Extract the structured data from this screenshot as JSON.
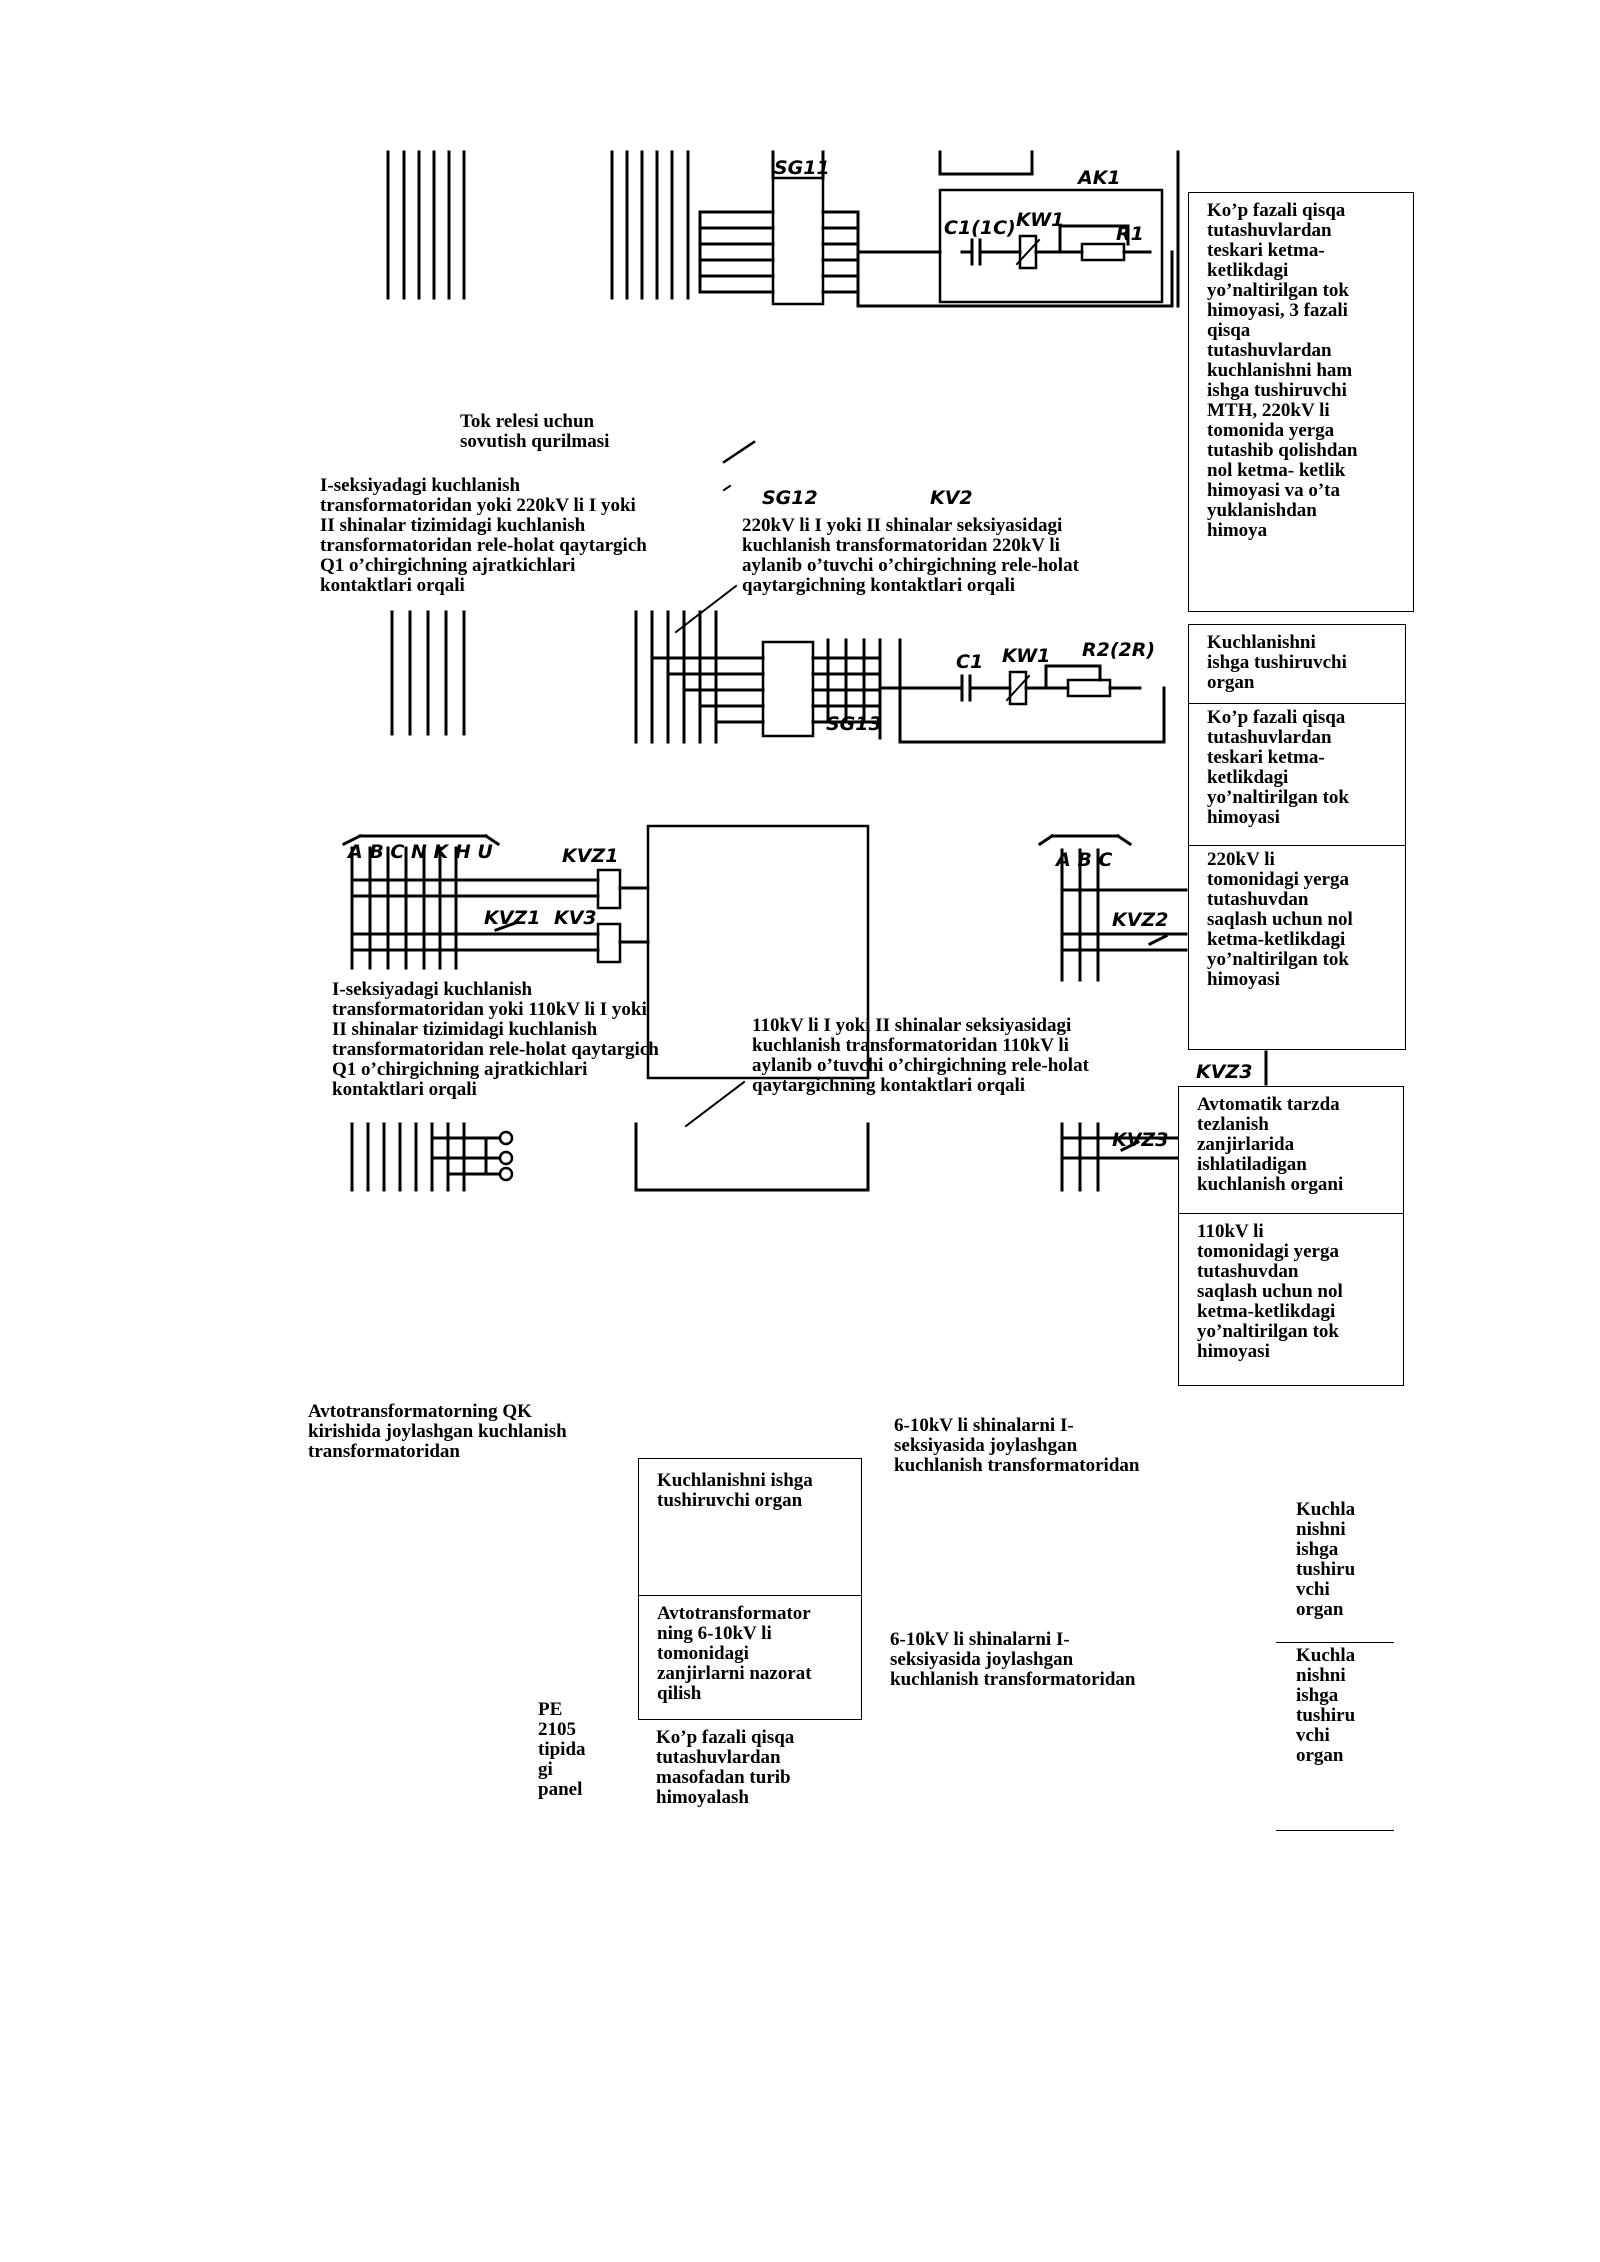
{
  "schematic": {
    "labels": {
      "sg11": "SG11",
      "ak1": "AK1",
      "c1_top": "C1(1C)",
      "kw1_top": "KW1",
      "r1": "R1",
      "sg12": "SG12",
      "kv2": "KV2",
      "c1": "C1",
      "kw1": "KW1",
      "r2": "R2(2R)",
      "sg13": "SG13",
      "bus_left": "A B C N K H U",
      "kvz1_a": "KVZ1",
      "kvz1_b": "KVZ1",
      "kv3": "KV3",
      "bus_right": "A B C",
      "kvz2": "KVZ2",
      "kvz3_a": "KVZ3",
      "kvz3_b": "KVZ3"
    }
  },
  "texts": {
    "cooling": "Tok relesi uchun\nsovutish qurilmasi",
    "vt220_left": "I-seksiyadagi kuchlanish\ntransformatoridan yoki  220kV li I yoki\nII shinalar tizimidagi kuchlanish\ntransformatoridan rele-holat qaytargich\nQ1 o’chirgichning ajratkichlari\nkontaktlari orqali",
    "vt220_mid": "220kV li  I yoki  II shinalar seksiyasidagi\nkuchlanish transformatoridan  220kV li\naylanib o’tuvchi o’chirgichning rele-holat\nqaytargichning kontaktlari orqali",
    "vt110_left": "I-seksiyadagi kuchlanish\ntransformatoridan yoki  110kV li I yoki\nII shinalar tizimidagi kuchlanish\ntransformatoridan rele-holat qaytargich\nQ1 o’chirgichning ajratkichlari\nkontaktlari orqali",
    "vt110_mid": "110kV li  I yoki  II shinalar seksiyasidagi\nkuchlanish transformatoridan  110kV li\naylanib o’tuvchi o’chirgichning rele-holat\nqaytargichning kontaktlari orqali",
    "autotrans": "Avtotransformatorning QK\nkirishida joylashgan kuchlanish\ntransformatoridan",
    "bus610_a": "6-10kV li shinalarni I-\nseksiyasida joylashgan\nkuchlanish transformatoridan",
    "bus610_b": "6-10kV li shinalarni I-\nseksiyasida joylashgan\nkuchlanish transformatoridan",
    "panel": "PE\n2105\ntipida\ngi\npanel",
    "far_right_a": "Kuchla\nnishni\nishga\ntushiru\nvchi\norgan",
    "far_right_b": "Kuchla\nnishni\nishga\ntushiru\nvchi\norgan"
  },
  "boxes": {
    "b1": "Ko’p fazali qisqa\ntutashuvlardan\nteskari ketma-\nketlikdagi\nyo’naltirilgan tok\nhimoyasi, 3 fazali\nqisqa\ntutashuvlardan\nkuchlanishni ham\nishga tushiruvchi\nMTH, 220kV li\ntomonida yerga\ntutashib qolishdan\nnol ketma- ketlik\nhimoyasi va o’ta\nyuklanishdan\nhimoya",
    "b2": "Kuchlanishni\nishga tushiruvchi\norgan",
    "b3": "Ko’p fazali qisqa\ntutashuvlardan\nteskari ketma-\nketlikdagi\nyo’naltirilgan tok\nhimoyasi",
    "b4": "220kV li\ntomonidagi yerga\ntutashuvdan\nsaqlash uchun nol\nketma-ketlikdagi\nyo’naltirilgan tok\nhimoyasi",
    "b5": "Avtomatik tarzda\ntezlanish\nzanjirlarida\nishlatiladigan\nkuchlanish organi",
    "b6": "110kV li\ntomonidagi yerga\ntutashuvdan\nsaqlash uchun nol\nketma-ketlikdagi\nyo’naltirilgan tok\nhimoyasi",
    "b7": "Kuchlanishni ishga\ntushiruvchi organ",
    "b8": "Avtotransformator\nning 6-10kV li\ntomonidagi\nzanjirlarni nazorat\nqilish",
    "b9": "Ko’p fazali qisqa\ntutashuvlardan\nmasofadan turib\nhimoyalash"
  }
}
